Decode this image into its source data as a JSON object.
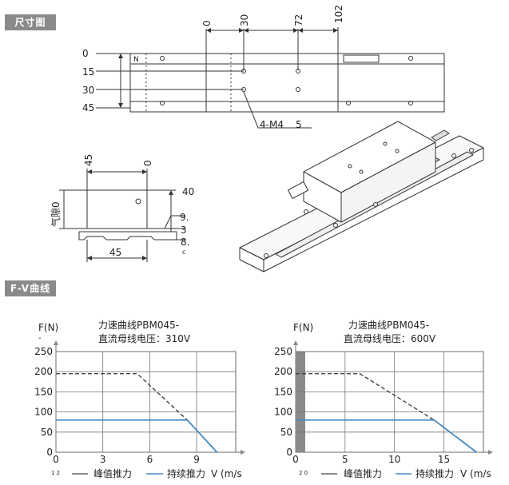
{
  "sections": {
    "dimensions_label": "尺寸图",
    "fv_label": "F-V曲线"
  },
  "top_drawing": {
    "x_dims": [
      "0",
      "30",
      "72",
      "102"
    ],
    "y_dims": [
      "0",
      "15",
      "30",
      "45"
    ],
    "n_marker": "N",
    "callout_label": "4-M4",
    "callout_depth": "5"
  },
  "side_view": {
    "top_dims": [
      "45",
      "0"
    ],
    "right_dims": [
      "40",
      "9.",
      "3",
      "8.",
      "c"
    ],
    "bottom_dim": "45",
    "gap_label": "气隙0"
  },
  "chart_data": [
    {
      "type": "line",
      "title": "力速曲线PBM045-",
      "subtitle": "直流母线电压：310V",
      "ylabel": "F(N)",
      "y_fragment": "-",
      "xlabel": "V (m/s",
      "x_fragment": "1 2",
      "x_ticks": [
        0,
        3,
        6,
        9
      ],
      "y_ticks": [
        0,
        50,
        100,
        150,
        200,
        250
      ],
      "xlim": [
        0,
        11.5
      ],
      "ylim": [
        0,
        250
      ],
      "legend": "bottom",
      "series": [
        {
          "name": "峰值推力",
          "style": "dashed",
          "color": "#444444",
          "x": [
            0,
            5.2,
            8.4,
            10.3
          ],
          "y": [
            195,
            195,
            80,
            0
          ]
        },
        {
          "name": "持续推力",
          "style": "solid",
          "color": "#4a8cc2",
          "x": [
            0,
            8.4,
            10.3
          ],
          "y": [
            80,
            80,
            0
          ]
        }
      ]
    },
    {
      "type": "line",
      "title": "力速曲线PBM045-",
      "subtitle": "直流母线电压：600V",
      "ylabel": "F(N)",
      "y_fragment": "",
      "xlabel": "V (m/s",
      "x_fragment": "2 0",
      "x_ticks": [
        0,
        5,
        10,
        15
      ],
      "y_ticks": [
        0,
        50,
        100,
        150,
        200,
        250
      ],
      "xlim": [
        0,
        19
      ],
      "ylim": [
        0,
        250
      ],
      "legend": "bottom",
      "series": [
        {
          "name": "峰值推力",
          "style": "dashed",
          "color": "#444444",
          "x": [
            0,
            6.5,
            14,
            18.3
          ],
          "y": [
            195,
            195,
            80,
            0
          ]
        },
        {
          "name": "持续推力",
          "style": "solid",
          "color": "#4a8cc2",
          "x": [
            0,
            14,
            18.3
          ],
          "y": [
            80,
            80,
            0
          ]
        }
      ]
    }
  ]
}
